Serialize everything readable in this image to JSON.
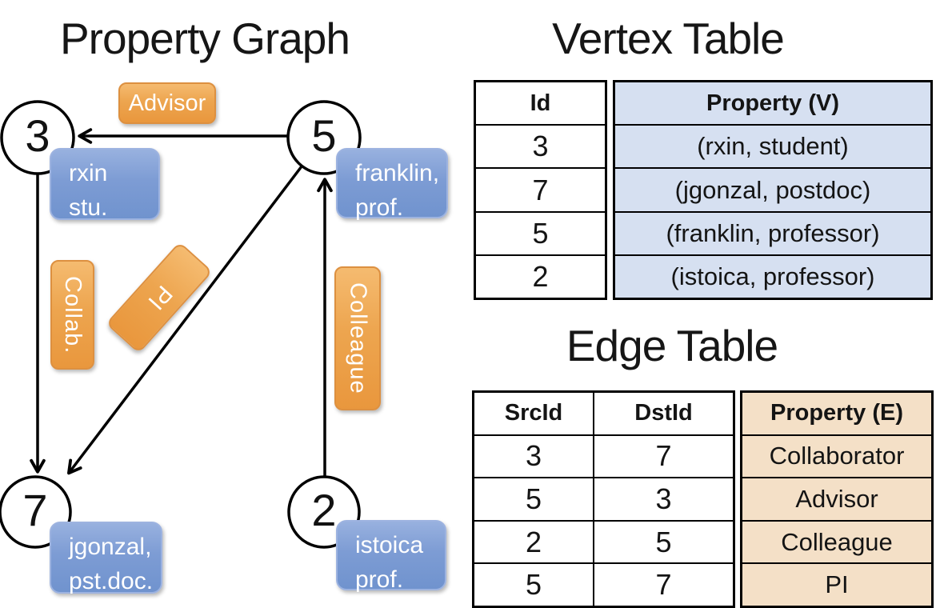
{
  "graph": {
    "title": "Property Graph",
    "nodes": [
      {
        "id": "3",
        "label_lines": [
          "rxin",
          "stu."
        ]
      },
      {
        "id": "5",
        "label_lines": [
          "franklin,",
          "prof."
        ]
      },
      {
        "id": "7",
        "label_lines": [
          "jgonzal,",
          "pst.doc."
        ]
      },
      {
        "id": "2",
        "label_lines": [
          "istoica",
          "prof."
        ]
      }
    ],
    "edge_labels": {
      "advisor": "Advisor",
      "collab": "Collab.",
      "pi": "PI",
      "colleague": "Colleague"
    }
  },
  "vertex_table": {
    "title": "Vertex Table",
    "headers": {
      "id": "Id",
      "property": "Property (V)"
    },
    "rows": [
      {
        "id": "3",
        "property": "(rxin, student)"
      },
      {
        "id": "7",
        "property": "(jgonzal, postdoc)"
      },
      {
        "id": "5",
        "property": "(franklin, professor)"
      },
      {
        "id": "2",
        "property": "(istoica, professor)"
      }
    ]
  },
  "edge_table": {
    "title": "Edge Table",
    "headers": {
      "src": "SrcId",
      "dst": "DstId",
      "property": "Property (E)"
    },
    "rows": [
      {
        "src": "3",
        "dst": "7",
        "property": "Collaborator"
      },
      {
        "src": "5",
        "dst": "3",
        "property": "Advisor"
      },
      {
        "src": "2",
        "dst": "5",
        "property": "Colleague"
      },
      {
        "src": "5",
        "dst": "7",
        "property": "PI"
      }
    ]
  },
  "colors": {
    "edge_label_orange": "#e9973d",
    "vertex_label_blue": "#7d9cd4",
    "vertex_table_fill": "#d6e0f1",
    "edge_table_fill": "#f4e0c7",
    "line_black": "#000000"
  }
}
